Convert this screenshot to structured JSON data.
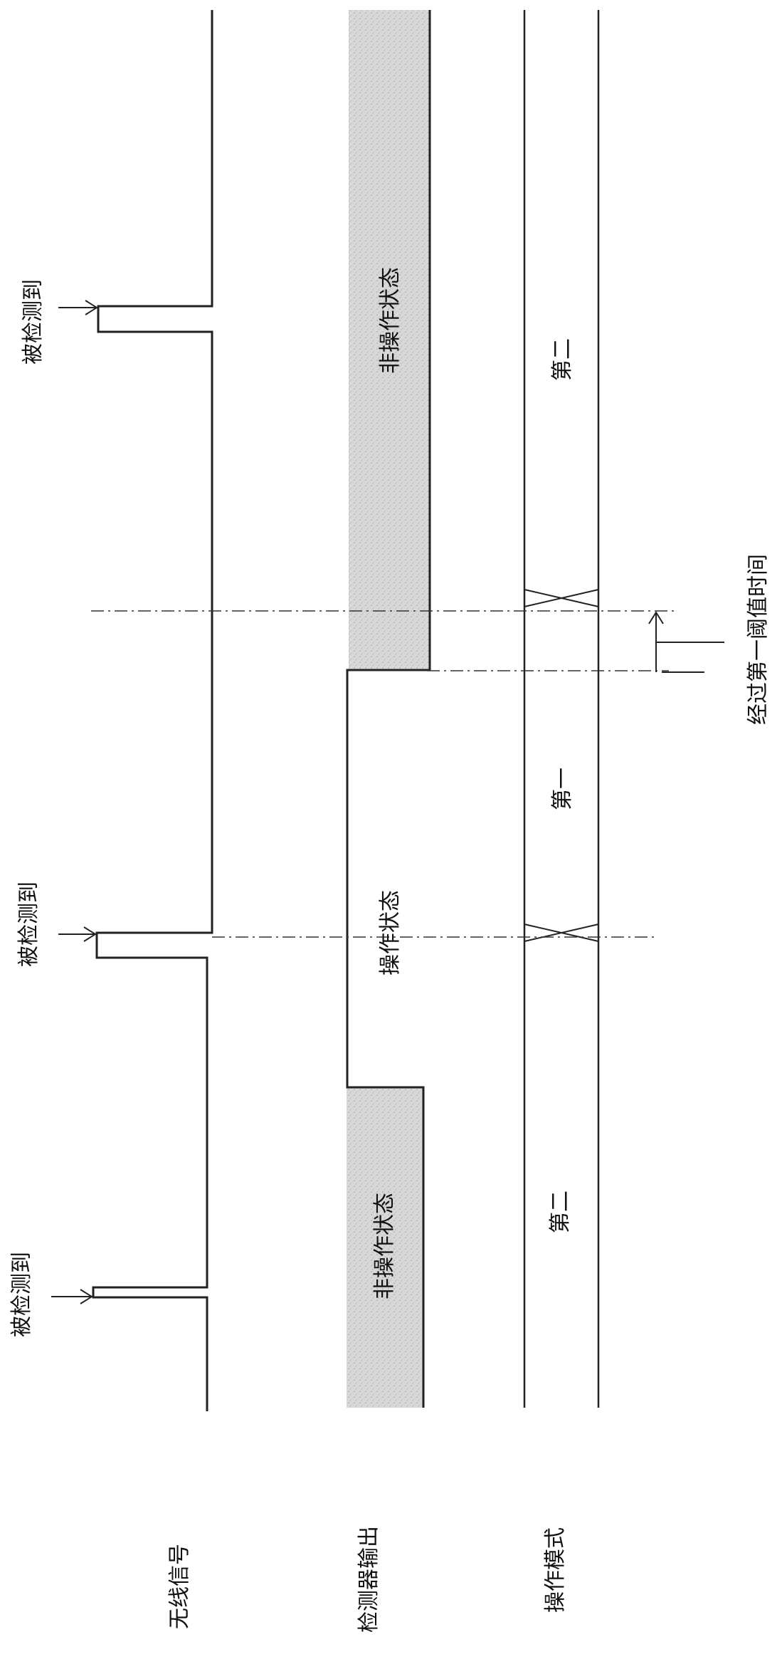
{
  "rows": {
    "wireless_signal": "无线信号",
    "detector_output": "检测器输出",
    "operation_mode": "操作模式"
  },
  "events": {
    "detected_1": "被检测到",
    "detected_2": "被检测到",
    "detected_3": "被检测到"
  },
  "states": {
    "non_operating_1": "非操作状态",
    "operating": "操作状态",
    "non_operating_2": "非操作状态"
  },
  "modes": {
    "second_1": "第二",
    "first": "第一",
    "second_2": "第二"
  },
  "annotation": {
    "threshold": "经过第一阈值时间"
  },
  "colors": {
    "line": "#222222",
    "shade": "#d6d6d6",
    "shade_speck": "#b9b9b9",
    "text": "#111111"
  }
}
